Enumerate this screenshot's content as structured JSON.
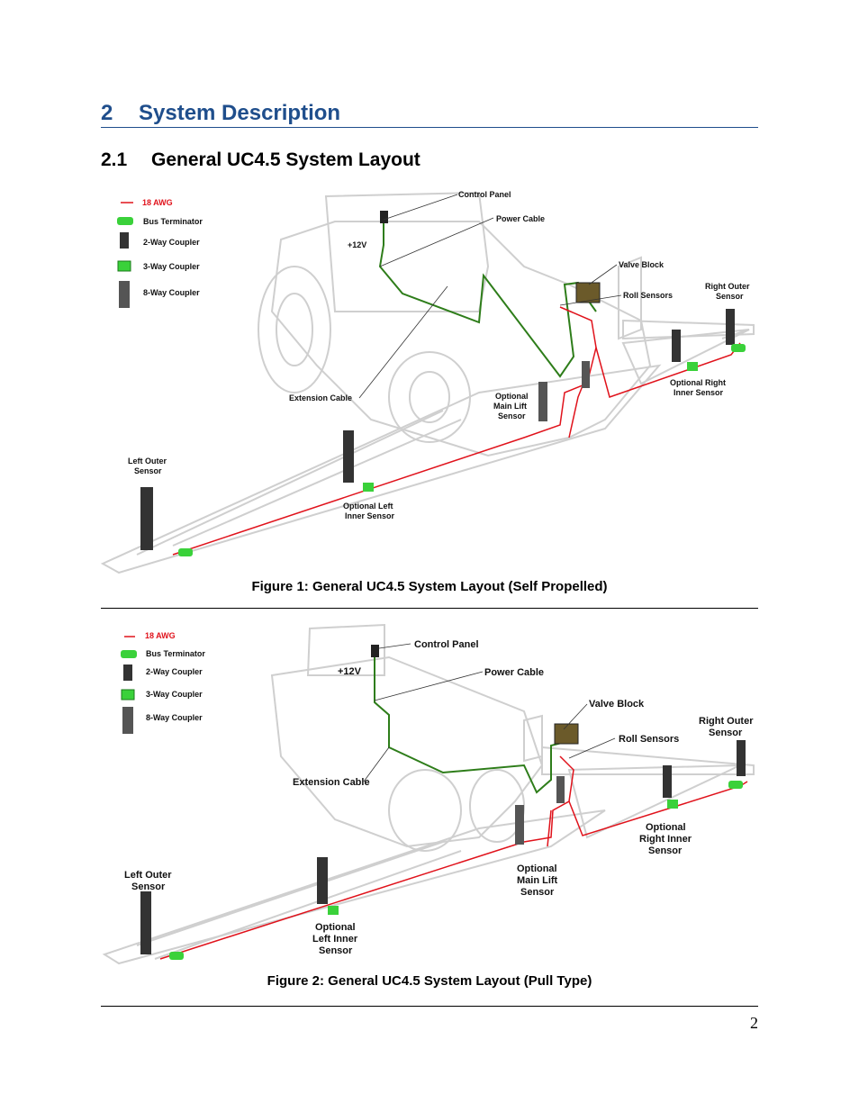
{
  "section": {
    "number": "2",
    "title": "System Description"
  },
  "subsection": {
    "number": "2.1",
    "title": "General UC4.5 System Layout"
  },
  "figure1": {
    "caption": "Figure 1:  General UC4.5 System Layout (Self Propelled)",
    "legend": {
      "awg": "18 AWG",
      "terminator": "Bus Terminator",
      "coupler2": "2-Way Coupler",
      "coupler3": "3-Way Coupler",
      "coupler8": "8-Way Coupler"
    },
    "labels": {
      "control_panel": "Control Panel",
      "power_cable": "Power Cable",
      "plus12v": "+12V",
      "valve_block": "Valve Block",
      "roll_sensors": "Roll Sensors",
      "right_outer_1": "Right Outer",
      "right_outer_2": "Sensor",
      "opt_right_inner_1": "Optional Right",
      "opt_right_inner_2": "Inner Sensor",
      "extension_cable": "Extension Cable",
      "main_lift_1": "Optional",
      "main_lift_2": "Main Lift",
      "main_lift_3": "Sensor",
      "left_outer_1": "Left Outer",
      "left_outer_2": "Sensor",
      "opt_left_inner_1": "Optional Left",
      "opt_left_inner_2": "Inner Sensor"
    }
  },
  "figure2": {
    "caption": "Figure 2:  General UC4.5 System Layout (Pull Type)",
    "legend": {
      "awg": "18 AWG",
      "terminator": "Bus Terminator",
      "coupler2": "2-Way Coupler",
      "coupler3": "3-Way Coupler",
      "coupler8": "8-Way Coupler"
    },
    "labels": {
      "control_panel": "Control Panel",
      "power_cable": "Power Cable",
      "plus12v": "+12V",
      "valve_block": "Valve Block",
      "roll_sensors": "Roll Sensors",
      "right_outer_1": "Right Outer",
      "right_outer_2": "Sensor",
      "extension_cable": "Extension Cable",
      "opt_right_inner_1": "Optional",
      "opt_right_inner_2": "Right Inner",
      "opt_right_inner_3": "Sensor",
      "main_lift_1": "Optional",
      "main_lift_2": "Main Lift",
      "main_lift_3": "Sensor",
      "left_outer_1": "Left Outer",
      "left_outer_2": "Sensor",
      "opt_left_inner_1": "Optional",
      "opt_left_inner_2": "Left Inner",
      "opt_left_inner_3": "Sensor"
    }
  },
  "page_number": "2",
  "colors": {
    "heading": "#1f4e8c",
    "can_bus": "#2e7d1a",
    "awg18": "#e0121b",
    "coupler": "#3ad13a",
    "machine": "#cfcfcf"
  }
}
